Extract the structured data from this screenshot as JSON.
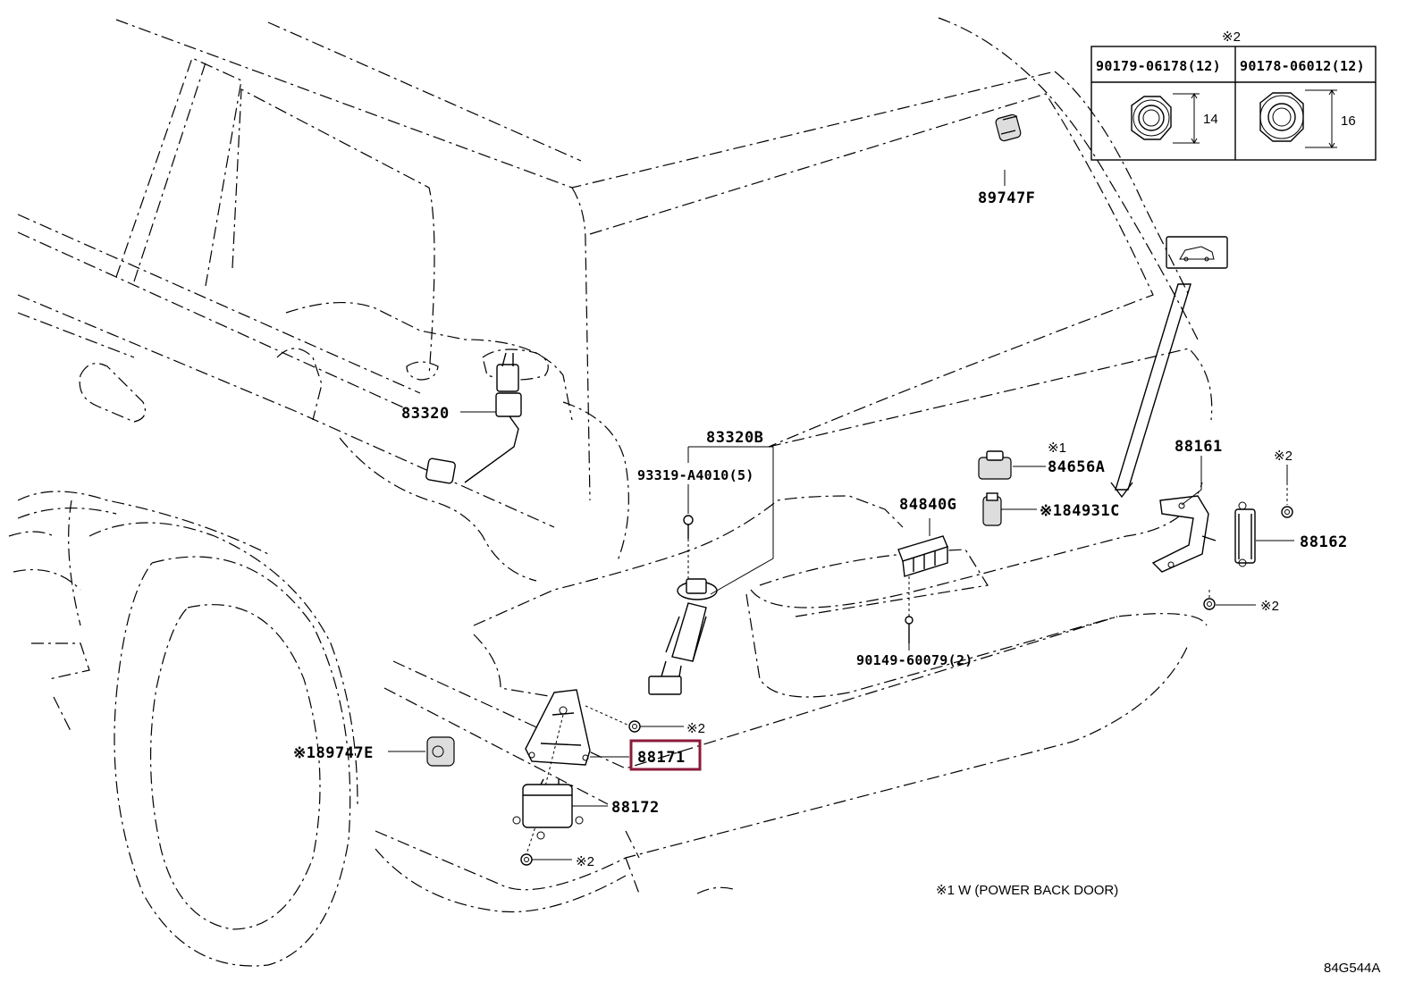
{
  "diagram_id": "84G544A",
  "footnote": "※1  W (POWER BACK DOOR)",
  "fastener_table": {
    "header_mark": "※2",
    "columns": [
      {
        "part_no": "90179-06178(12)",
        "dim": "14"
      },
      {
        "part_no": "90178-06012(12)",
        "dim": "16"
      }
    ]
  },
  "labels": {
    "p83320": "83320",
    "p83320B": "83320B",
    "p93319": "93319-A4010(5)",
    "p89747F": "89747F",
    "p84656A": "84656A",
    "p84656A_mark": "※1",
    "p84931C": "※184931C",
    "p84840G": "84840G",
    "p90149": "90149-60079(2)",
    "p88161": "88161",
    "p88162": "88162",
    "p88171": "88171",
    "p88172": "88172",
    "p89747E": "※189747E",
    "mark_2a": "※2",
    "mark_2b": "※2",
    "mark_2c": "※2",
    "mark_2d": "※2",
    "mark_2e": "※2"
  },
  "highlight": {
    "part": "88171",
    "color": "#8b1a3a"
  }
}
